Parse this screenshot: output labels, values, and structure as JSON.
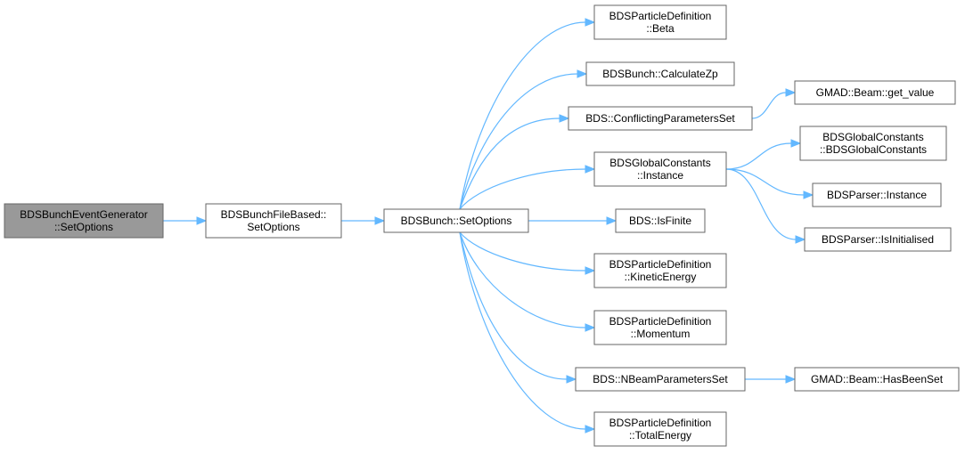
{
  "diagram": {
    "nodes": [
      {
        "id": "root",
        "lines": [
          "BDSBunchEventGenerator",
          "::SetOptions"
        ],
        "highlight": true
      },
      {
        "id": "filebased",
        "lines": [
          "BDSBunchFileBased::",
          "SetOptions"
        ]
      },
      {
        "id": "setoptions",
        "lines": [
          "BDSBunch::SetOptions"
        ]
      },
      {
        "id": "beta",
        "lines": [
          "BDSParticleDefinition",
          "::Beta"
        ]
      },
      {
        "id": "calczp",
        "lines": [
          "BDSBunch::CalculateZp"
        ]
      },
      {
        "id": "conflicting",
        "lines": [
          "BDS::ConflictingParametersSet"
        ]
      },
      {
        "id": "gc_instance",
        "lines": [
          "BDSGlobalConstants",
          "::Instance"
        ]
      },
      {
        "id": "isfinite",
        "lines": [
          "BDS::IsFinite"
        ]
      },
      {
        "id": "kinetic",
        "lines": [
          "BDSParticleDefinition",
          "::KineticEnergy"
        ]
      },
      {
        "id": "momentum",
        "lines": [
          "BDSParticleDefinition",
          "::Momentum"
        ]
      },
      {
        "id": "nbeam",
        "lines": [
          "BDS::NBeamParametersSet"
        ]
      },
      {
        "id": "total",
        "lines": [
          "BDSParticleDefinition",
          "::TotalEnergy"
        ]
      },
      {
        "id": "get_value",
        "lines": [
          "GMAD::Beam::get_value"
        ]
      },
      {
        "id": "gc_ctor",
        "lines": [
          "BDSGlobalConstants",
          "::BDSGlobalConstants"
        ]
      },
      {
        "id": "parser_instance",
        "lines": [
          "BDSParser::Instance"
        ]
      },
      {
        "id": "parser_isinit",
        "lines": [
          "BDSParser::IsInitialised"
        ]
      },
      {
        "id": "hasbeenset",
        "lines": [
          "GMAD::Beam::HasBeenSet"
        ]
      }
    ],
    "edges": [
      {
        "from": "root",
        "to": "filebased"
      },
      {
        "from": "filebased",
        "to": "setoptions"
      },
      {
        "from": "setoptions",
        "to": "beta"
      },
      {
        "from": "setoptions",
        "to": "calczp"
      },
      {
        "from": "setoptions",
        "to": "conflicting"
      },
      {
        "from": "setoptions",
        "to": "gc_instance"
      },
      {
        "from": "setoptions",
        "to": "isfinite"
      },
      {
        "from": "setoptions",
        "to": "kinetic"
      },
      {
        "from": "setoptions",
        "to": "momentum"
      },
      {
        "from": "setoptions",
        "to": "nbeam"
      },
      {
        "from": "setoptions",
        "to": "total"
      },
      {
        "from": "conflicting",
        "to": "get_value"
      },
      {
        "from": "gc_instance",
        "to": "gc_ctor"
      },
      {
        "from": "gc_instance",
        "to": "parser_instance"
      },
      {
        "from": "gc_instance",
        "to": "parser_isinit"
      },
      {
        "from": "nbeam",
        "to": "hasbeenset"
      }
    ]
  }
}
